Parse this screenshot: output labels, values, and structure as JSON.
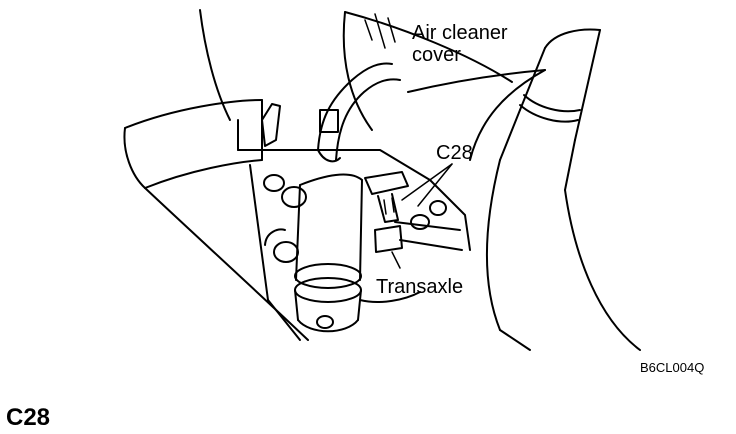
{
  "diagram": {
    "labels": {
      "air_cleaner_line1": "Air cleaner",
      "air_cleaner_line2": "cover",
      "connector": "C28",
      "transaxle": "Transaxle"
    },
    "figure_code": "B6CL004Q"
  },
  "heading": "C28",
  "colors": {
    "ink": "#000000",
    "paper": "#ffffff"
  }
}
